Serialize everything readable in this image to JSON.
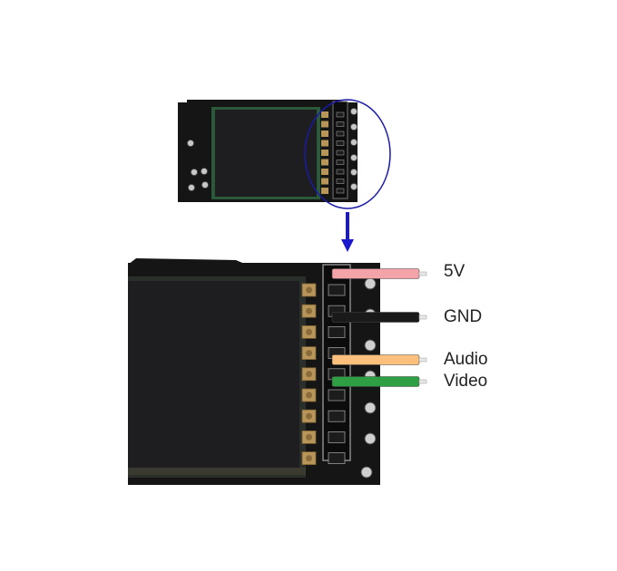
{
  "wires": [
    {
      "label": "5V",
      "color": "#f4a3a8"
    },
    {
      "label": "GND",
      "color": "#1a1a1a"
    },
    {
      "label": "Audio",
      "color": "#fbc07c"
    },
    {
      "label": "Video",
      "color": "#2ea043"
    }
  ],
  "colors": {
    "board": "#151515",
    "screen": "#1e1e20",
    "screen_frame": "#2a5a3a",
    "pad": "#b8965a",
    "header": "#0c0c0c",
    "highlight_ellipse": "#1a1aa8",
    "arrow": "#1a1acc",
    "wire_tip": "#e8e8e8"
  }
}
